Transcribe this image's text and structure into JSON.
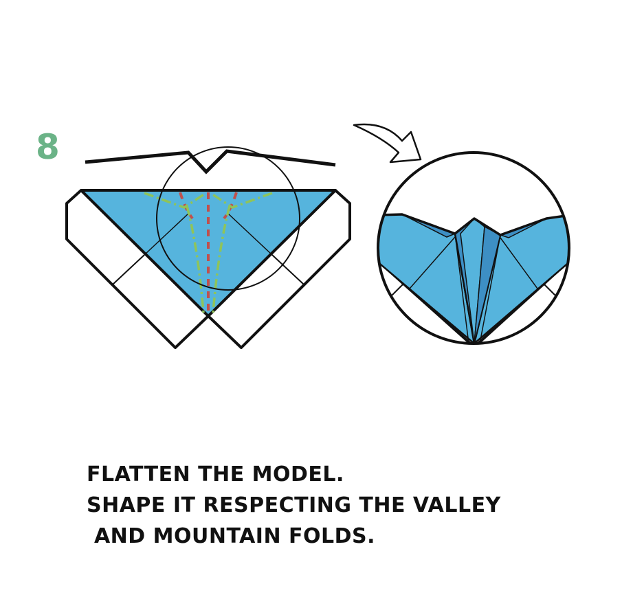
{
  "step": {
    "number": "8"
  },
  "instructions": {
    "line1": "FLATTEN THE MODEL.",
    "line2": "SHAPE IT RESPECTING THE VALLEY",
    "line3": " AND MOUNTAIN FOLDS."
  },
  "colors": {
    "step_number": "#6bb387",
    "paper_blue": "#56b4dd",
    "paper_blue_dark": "#3d8fc4",
    "outline": "#111111",
    "valley_fold": "#c0504d",
    "mountain_fold": "#8fc45a",
    "background": "#ffffff"
  },
  "icons": {
    "arrow": "curved-arrow-icon",
    "magnifier": "zoom-circle-icon"
  }
}
